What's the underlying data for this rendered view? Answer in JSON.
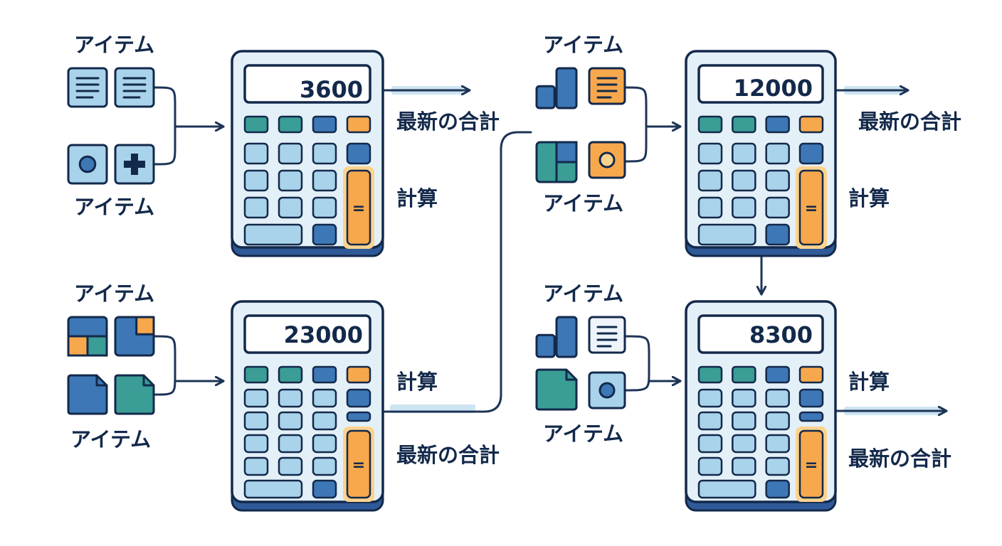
{
  "colors": {
    "outline": "#13294b",
    "body": "#e4f0f8",
    "base": "#2f5a97",
    "key": "#a9d3ea",
    "teal": "#3a9d96",
    "blue": "#3d77b6",
    "orange": "#f7a84c",
    "orange_glow": "#fbd38f",
    "connector": "#1d3457",
    "arrow_band": "#cde5f2"
  },
  "calculators": [
    {
      "display": "3600",
      "action_label": "計算",
      "output_label": "最新の合計"
    },
    {
      "display": "23000",
      "action_label": "計算",
      "output_label": "最新の合計"
    },
    {
      "display": "12000",
      "action_label": "計算",
      "output_label": "最新の合計"
    },
    {
      "display": "8300",
      "action_label": "計算",
      "output_label": "最新の合計"
    }
  ],
  "item_groups": [
    {
      "top_label": "アイテム",
      "bottom_label": "アイテム",
      "icons": [
        "document-icon",
        "document-icon",
        "circle-icon",
        "plus-icon"
      ]
    },
    {
      "top_label": "アイテム",
      "bottom_label": "アイテム",
      "icons": [
        "grid-icon",
        "folded-corner-icon",
        "file-icon",
        "file-icon"
      ]
    },
    {
      "top_label": "アイテム",
      "bottom_label": "アイテム",
      "icons": [
        "bar-chart-icon",
        "document-icon",
        "grid-icon",
        "circle-icon"
      ]
    },
    {
      "top_label": "アイテム",
      "bottom_label": "アイテム",
      "icons": [
        "bar-chart-icon",
        "document-icon",
        "file-icon",
        "circle-icon"
      ]
    }
  ],
  "equals_symbol": "="
}
